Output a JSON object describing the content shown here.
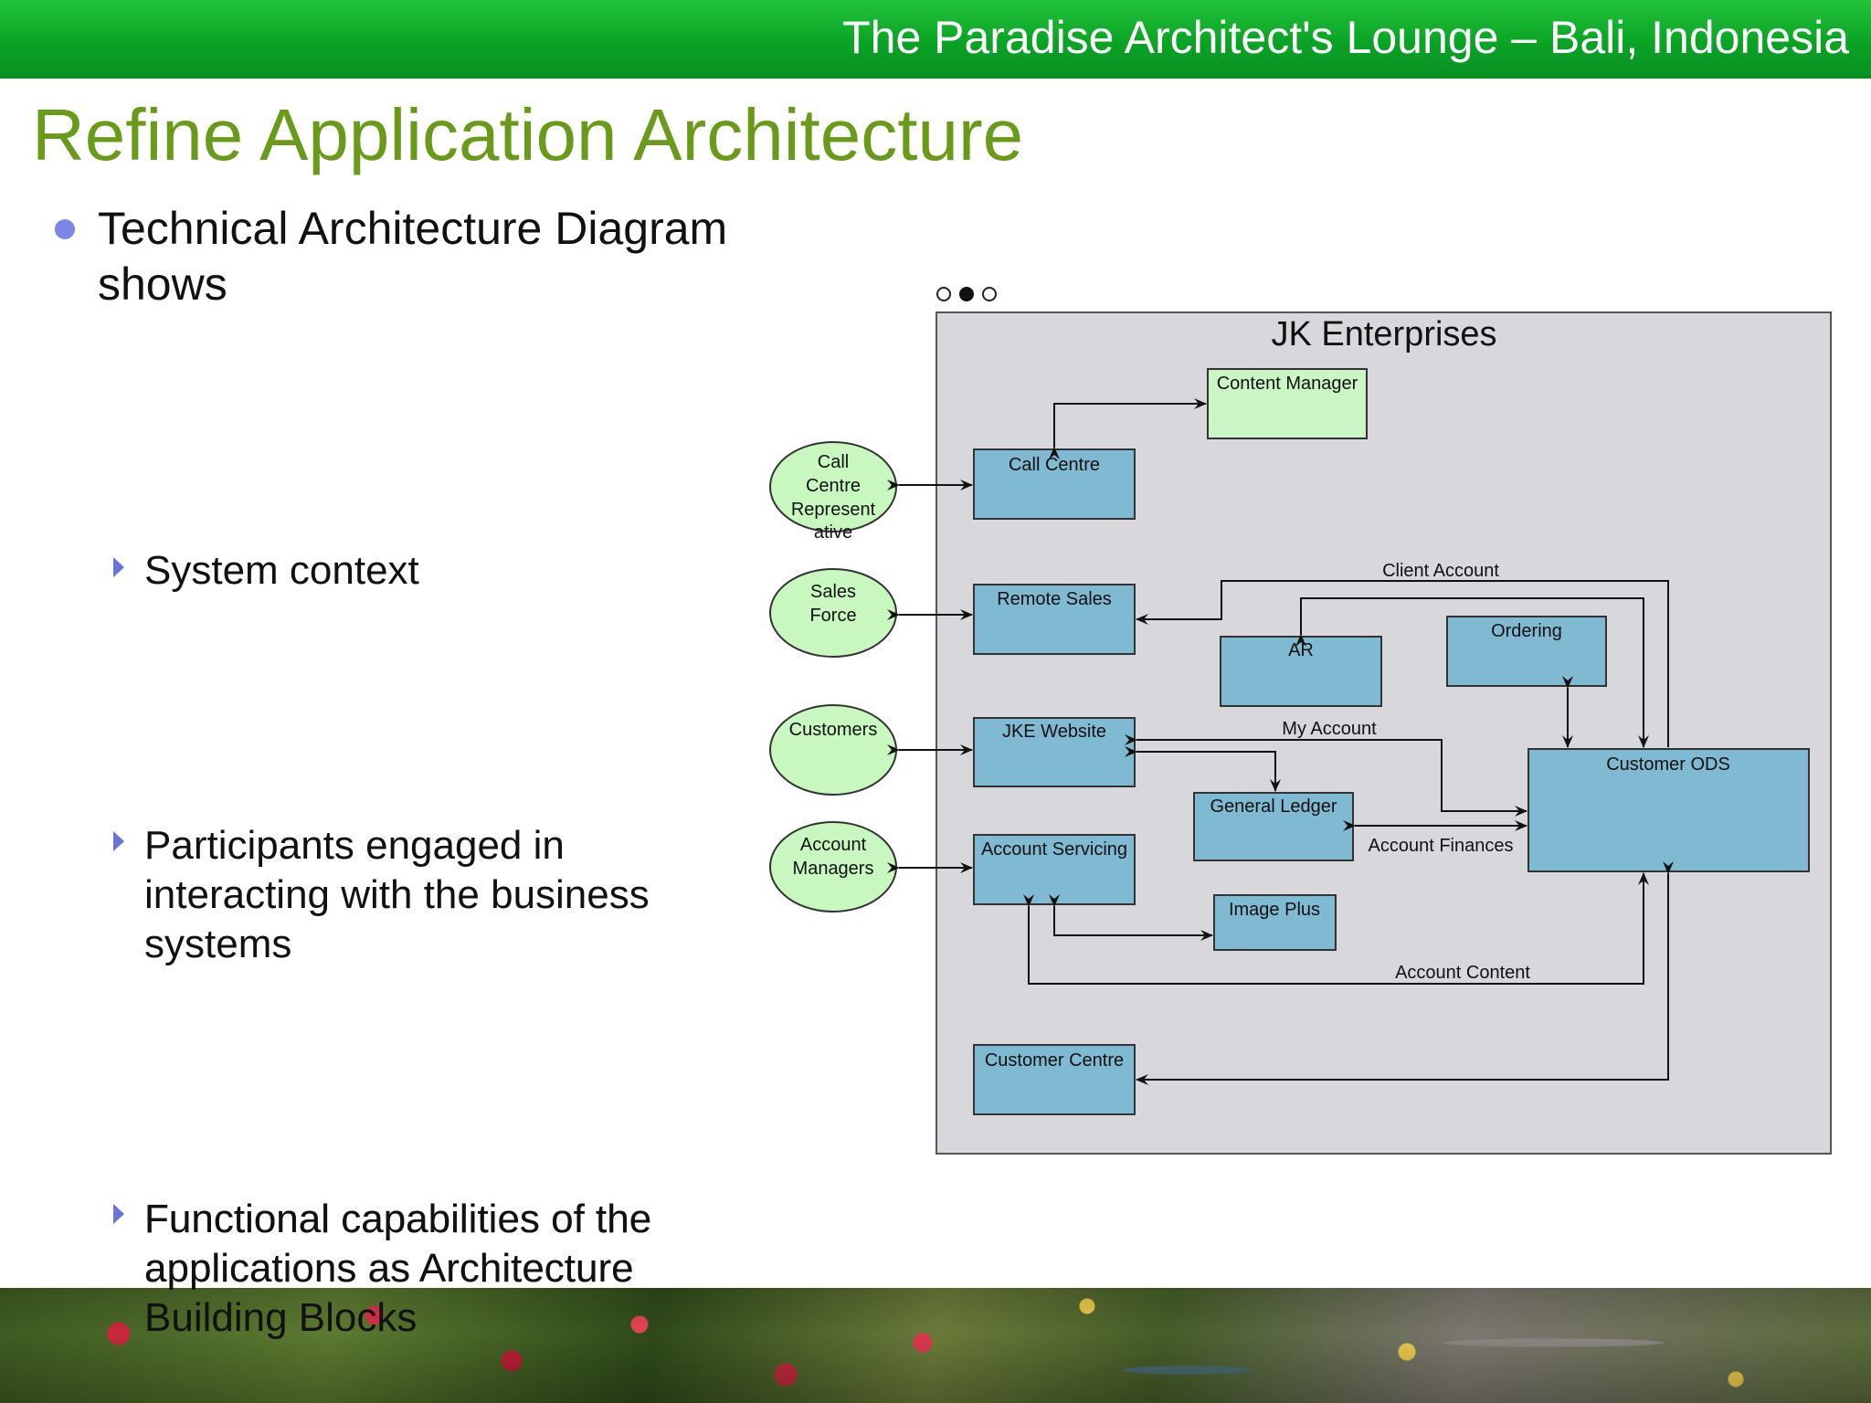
{
  "header": {
    "title": "The Paradise Architect's Lounge – Bali, Indonesia"
  },
  "slide": {
    "title": "Refine Application Architecture",
    "bullet": "Technical Architecture Diagram shows",
    "sub_bullets": [
      "System context",
      "Participants engaged in interacting with the business systems",
      "Functional capabilities of the applications as Architecture Building Blocks"
    ]
  },
  "diagram": {
    "title": "JK Enterprises",
    "colors": {
      "boundary": "#d8d8dc",
      "system": "#7fb9d2",
      "content_manager": "#ccf5c6",
      "actor": "#c8f7c0"
    },
    "actors": [
      {
        "lines": [
          "Call",
          "Centre",
          "Represent",
          "ative"
        ]
      },
      {
        "lines": [
          "Sales",
          "Force"
        ]
      },
      {
        "lines": [
          "Customers"
        ]
      },
      {
        "lines": [
          "Account",
          "Managers"
        ]
      }
    ],
    "systems": {
      "content_manager": "Content Manager",
      "call_centre": "Call Centre",
      "remote_sales": "Remote Sales",
      "ar": "AR",
      "ordering": "Ordering",
      "jke_website": "JKE Website",
      "customer_ods": "Customer ODS",
      "general_ledger": "General Ledger",
      "account_servicing": "Account Servicing",
      "image_plus": "Image Plus",
      "customer_centre": "Customer Centre"
    },
    "flows": {
      "client_account": "Client Account",
      "my_account": "My Account",
      "account_finances": "Account Finances",
      "account_content": "Account Content"
    }
  }
}
